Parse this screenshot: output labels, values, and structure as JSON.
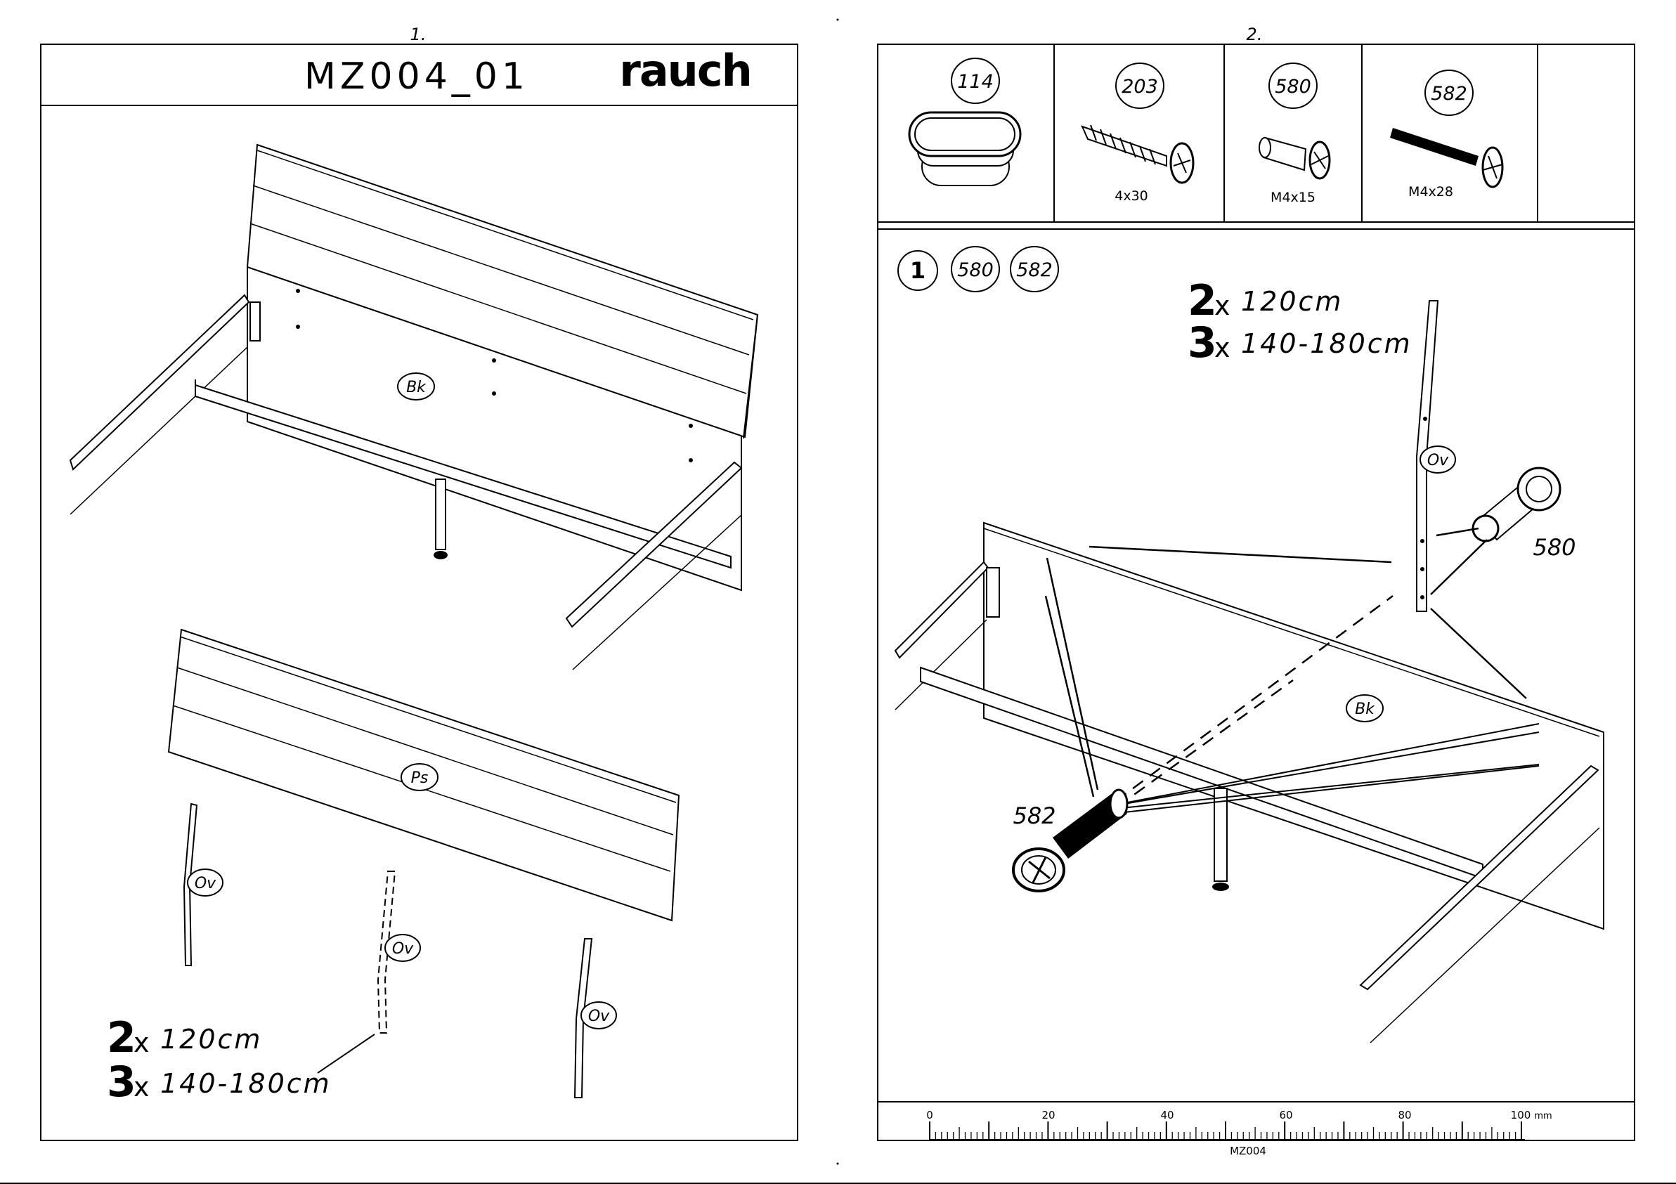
{
  "page1": {
    "number": "1.",
    "model": "MZ004_01",
    "brand": "rauch",
    "labels": {
      "backrest": "Bk",
      "footboard": "Ps",
      "leg": "Ov"
    },
    "quantity": {
      "q1_count": "2",
      "q1_mark": "x",
      "q1_size": "120cm",
      "q2_count": "3",
      "q2_mark": "x",
      "q2_size": "140-180cm"
    }
  },
  "page2": {
    "number": "2.",
    "parts": [
      {
        "id": "114",
        "size": ""
      },
      {
        "id": "203",
        "size": "4x30"
      },
      {
        "id": "580",
        "size": "M4x15"
      },
      {
        "id": "582",
        "size": "M4x28"
      }
    ],
    "step": {
      "number": "1",
      "parts": [
        "580",
        "582"
      ]
    },
    "quantity": {
      "q1_count": "2",
      "q1_mark": "x",
      "q1_size": "120cm",
      "q2_count": "3",
      "q2_mark": "x",
      "q2_size": "140-180cm"
    },
    "labels": {
      "leg": "Ov",
      "backrest": "Bk",
      "insert": "580",
      "bolt": "582"
    },
    "ruler": {
      "ticks": [
        "0",
        "20",
        "40",
        "60",
        "80",
        "100"
      ],
      "unit": "mm",
      "code": "MZ004"
    }
  }
}
